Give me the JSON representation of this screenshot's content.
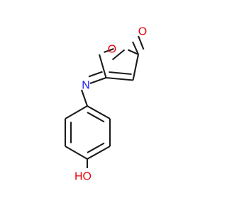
{
  "molecule": {
    "atoms": {
      "ring_oxygen": "O",
      "carbonyl_oxygen": "O",
      "imine_nitrogen": "N",
      "hydroxyl": "HO"
    },
    "colors": {
      "bond": "#1a1a1a",
      "oxygen": "#e8000b",
      "nitrogen": "#1a1aff"
    }
  }
}
